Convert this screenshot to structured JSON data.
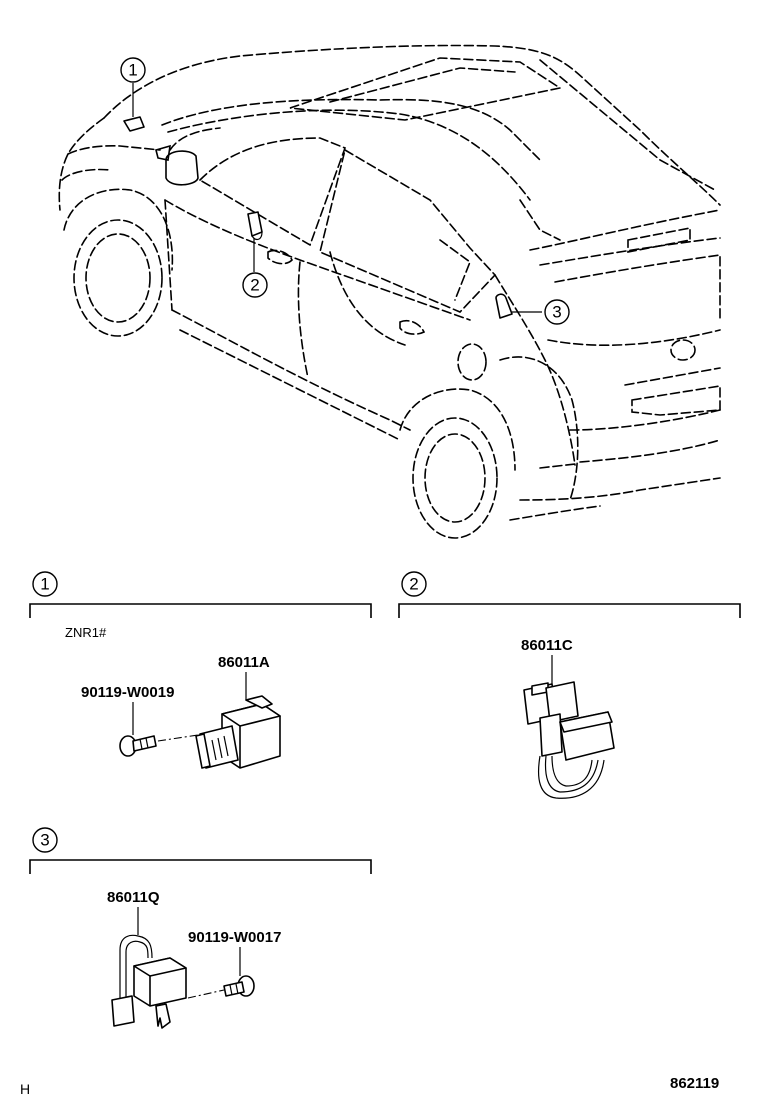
{
  "callouts": {
    "one": "1",
    "two": "2",
    "three": "3"
  },
  "sections": {
    "one": {
      "number": "1",
      "variant": "ZNR1#",
      "part_main": "86011A",
      "part_screw": "90119-W0019"
    },
    "two": {
      "number": "2",
      "part_main": "86011C"
    },
    "three": {
      "number": "3",
      "part_main": "86011Q",
      "part_screw": "90119-W0017"
    }
  },
  "footer": {
    "left_mark": "H",
    "diagram_id": "862119"
  }
}
